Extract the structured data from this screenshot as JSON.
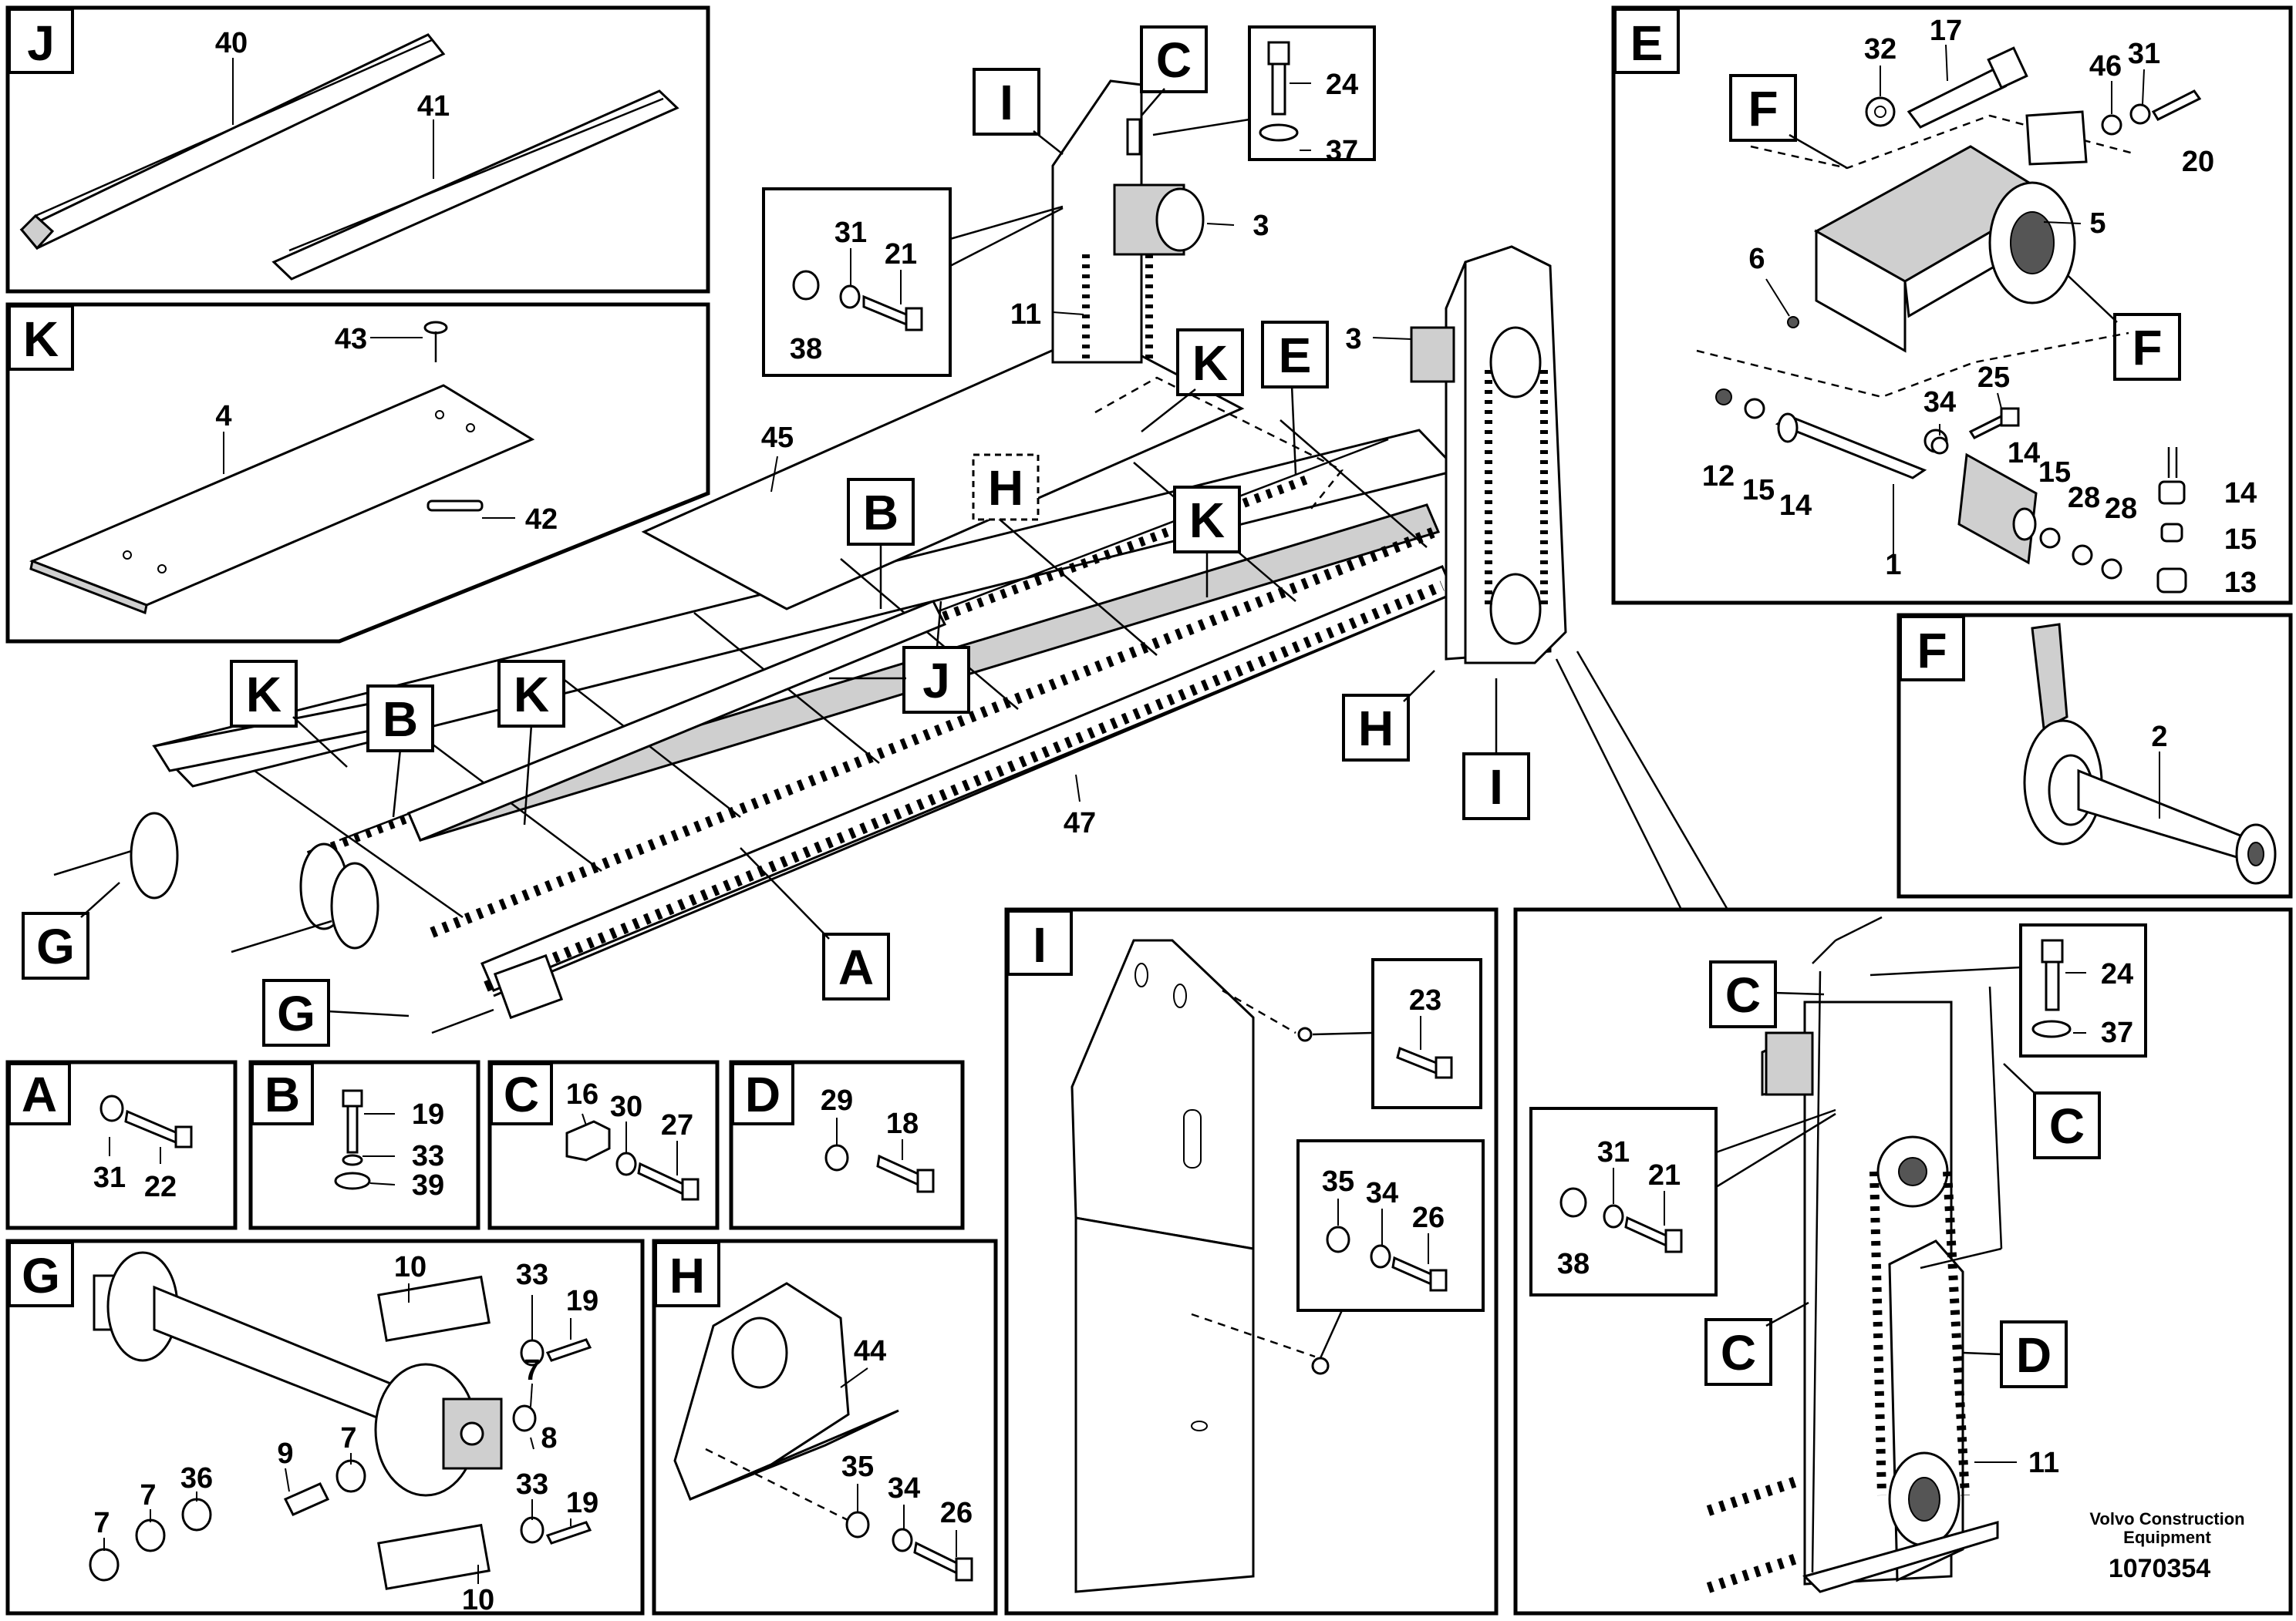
{
  "panels": {
    "J": {
      "letter": "J",
      "parts": [
        "40",
        "41"
      ]
    },
    "K": {
      "letter": "K",
      "parts": [
        "43",
        "4",
        "42"
      ]
    },
    "E": {
      "letter": "E",
      "parts": [
        "32",
        "17",
        "46",
        "31",
        "20",
        "5",
        "6",
        "34",
        "25",
        "12",
        "15",
        "14",
        "14",
        "15",
        "28",
        "28",
        "14",
        "15",
        "13",
        "1"
      ],
      "callouts": [
        "F",
        "F"
      ]
    },
    "F": {
      "letter": "F",
      "parts": [
        "2"
      ]
    },
    "A": {
      "letter": "A",
      "parts": [
        "31",
        "22"
      ]
    },
    "B": {
      "letter": "B",
      "parts": [
        "19",
        "33",
        "39"
      ]
    },
    "C": {
      "letter": "C",
      "parts": [
        "16",
        "30",
        "27"
      ]
    },
    "D": {
      "letter": "D",
      "parts": [
        "29",
        "18"
      ]
    },
    "G": {
      "letter": "G",
      "parts": [
        "10",
        "33",
        "19",
        "7",
        "8",
        "7",
        "9",
        "36",
        "7",
        "7",
        "33",
        "19",
        "10"
      ]
    },
    "H": {
      "letter": "H",
      "parts": [
        "44",
        "35",
        "34",
        "26"
      ]
    },
    "I": {
      "letter": "I",
      "parts": [
        "23",
        "35",
        "34",
        "26"
      ]
    },
    "detail": {
      "callouts": [
        "C",
        "C",
        "C",
        "D"
      ],
      "parts": [
        "24",
        "37",
        "31",
        "21",
        "38",
        "11"
      ]
    }
  },
  "main": {
    "callouts": [
      "I",
      "C",
      "K",
      "E",
      "H",
      "B",
      "K",
      "J",
      "K",
      "B",
      "K",
      "G",
      "G",
      "A",
      "H",
      "I"
    ],
    "parts": [
      "24",
      "37",
      "31",
      "21",
      "38",
      "3",
      "11",
      "3",
      "45",
      "47"
    ]
  },
  "credit": {
    "line1": "Volvo Construction",
    "line2": "Equipment",
    "doc_number": "1070354"
  },
  "colors": {
    "ink": "#000000",
    "background": "#ffffff",
    "shade": "#cfcfcf"
  }
}
